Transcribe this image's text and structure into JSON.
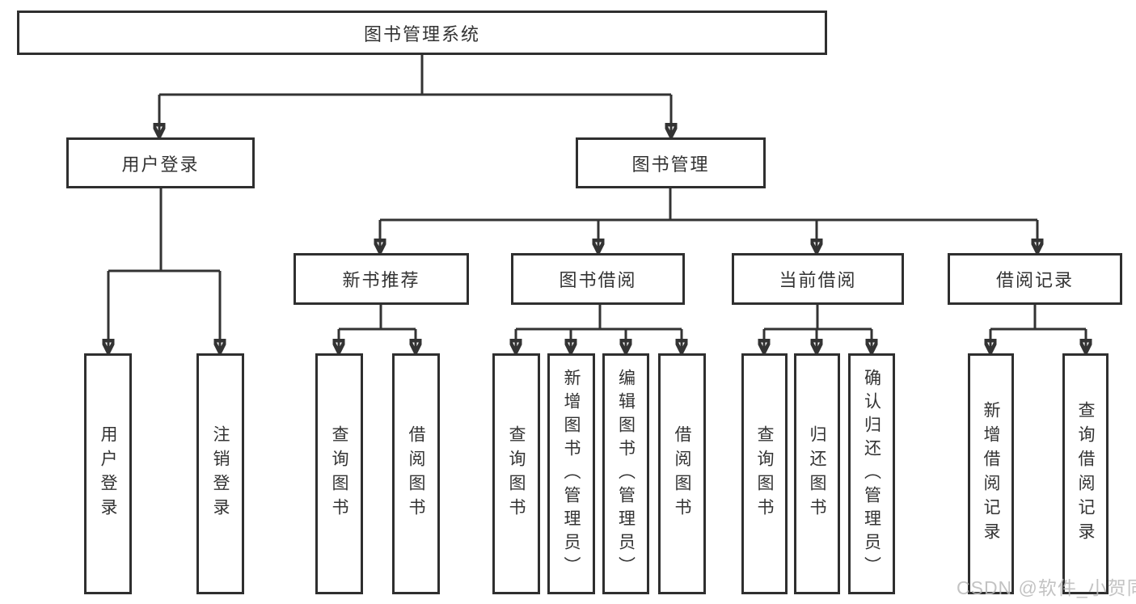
{
  "nodes": {
    "root": "图书管理系统",
    "user_login": "用户登录",
    "book_mgmt": "图书管理",
    "new_books": "新书推荐",
    "book_borrow": "图书借阅",
    "current_borrow": "当前借阅",
    "borrow_records": "借阅记录",
    "ul_user_login": "用户登录",
    "ul_logout": "注销登录",
    "nb_query_books": "查询图书",
    "nb_borrow_books": "借阅图书",
    "bb_query_books": "查询图书",
    "bb_add_books": "新增图书（管理员）",
    "bb_edit_books": "编辑图书（管理员）",
    "bb_borrow_books": "借阅图书",
    "cb_query_books": "查询图书",
    "cb_return_books": "归还图书",
    "cb_confirm_return": "确认归还（管理员）",
    "br_add_record": "新增借阅记录",
    "br_query_record": "查询借阅记录"
  },
  "watermark": "CSDN @软件_小贺同学",
  "colors": {
    "line": "#333333",
    "box_border": "#2f2f2f",
    "text": "#333333",
    "watermark": "#b9b9b9",
    "background": "#ffffff"
  }
}
